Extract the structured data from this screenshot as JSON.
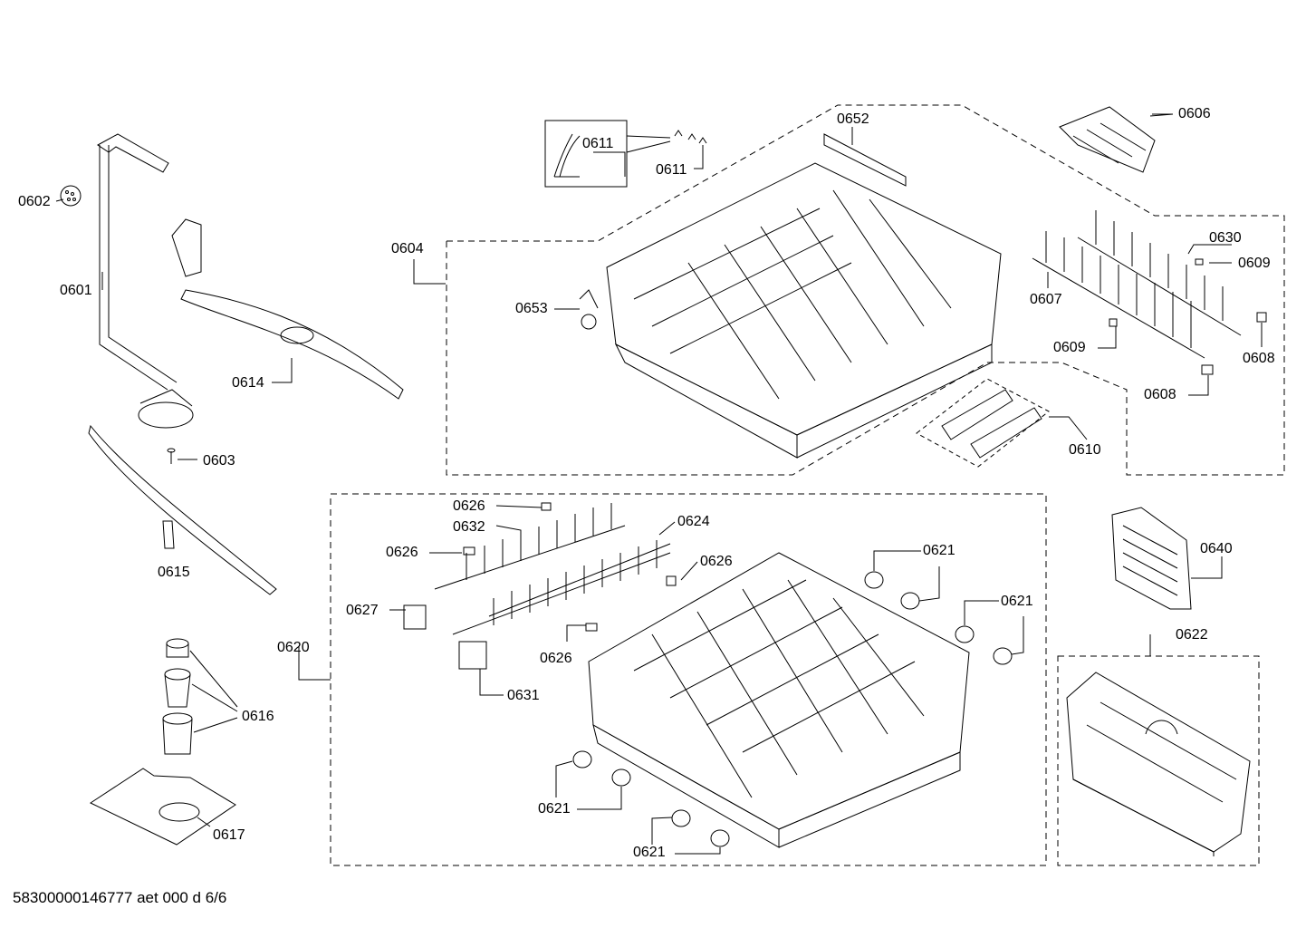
{
  "labels": {
    "p0601": "0601",
    "p0602": "0602",
    "p0603": "0603",
    "p0604": "0604",
    "p0606": "0606",
    "p0607": "0607",
    "p0608a": "0608",
    "p0608b": "0608",
    "p0609a": "0609",
    "p0609b": "0609",
    "p0610": "0610",
    "p0611a": "0611",
    "p0611b": "0611",
    "p0614": "0614",
    "p0615": "0615",
    "p0616": "0616",
    "p0617": "0617",
    "p0620": "0620",
    "p0621a": "0621",
    "p0621b": "0621",
    "p0621c": "0621",
    "p0621d": "0621",
    "p0622": "0622",
    "p0624": "0624",
    "p0626a": "0626",
    "p0626b": "0626",
    "p0626c": "0626",
    "p0626d": "0626",
    "p0627": "0627",
    "p0630": "0630",
    "p0631": "0631",
    "p0632": "0632",
    "p0640": "0640",
    "p0652": "0652",
    "p0653": "0653"
  },
  "footer": "58300000146777 aet 000 d 6/6"
}
